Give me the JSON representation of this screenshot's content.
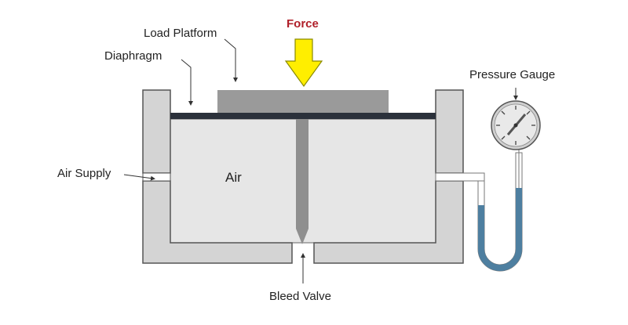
{
  "labels": {
    "force": "Force",
    "load_platform": "Load Platform",
    "diaphragm": "Diaphragm",
    "pressure_gauge": "Pressure Gauge",
    "air_supply": "Air Supply",
    "air": "Air",
    "bleed_valve": "Bleed Valve"
  },
  "colors": {
    "force_label": "#b0202a",
    "force_arrow": "#ffee00",
    "force_arrow_outline": "#8a8a00",
    "chamber_fill": "#e6e6e6",
    "wall_fill": "#d4d4d4",
    "wall_stroke": "#555555",
    "platform": "#9a9a9a",
    "diaphragm": "#2b313b",
    "valve_needle": "#8f8f8f",
    "manometer_fluid": "#4e7fa0",
    "gauge_face": "#cfcfcf"
  }
}
